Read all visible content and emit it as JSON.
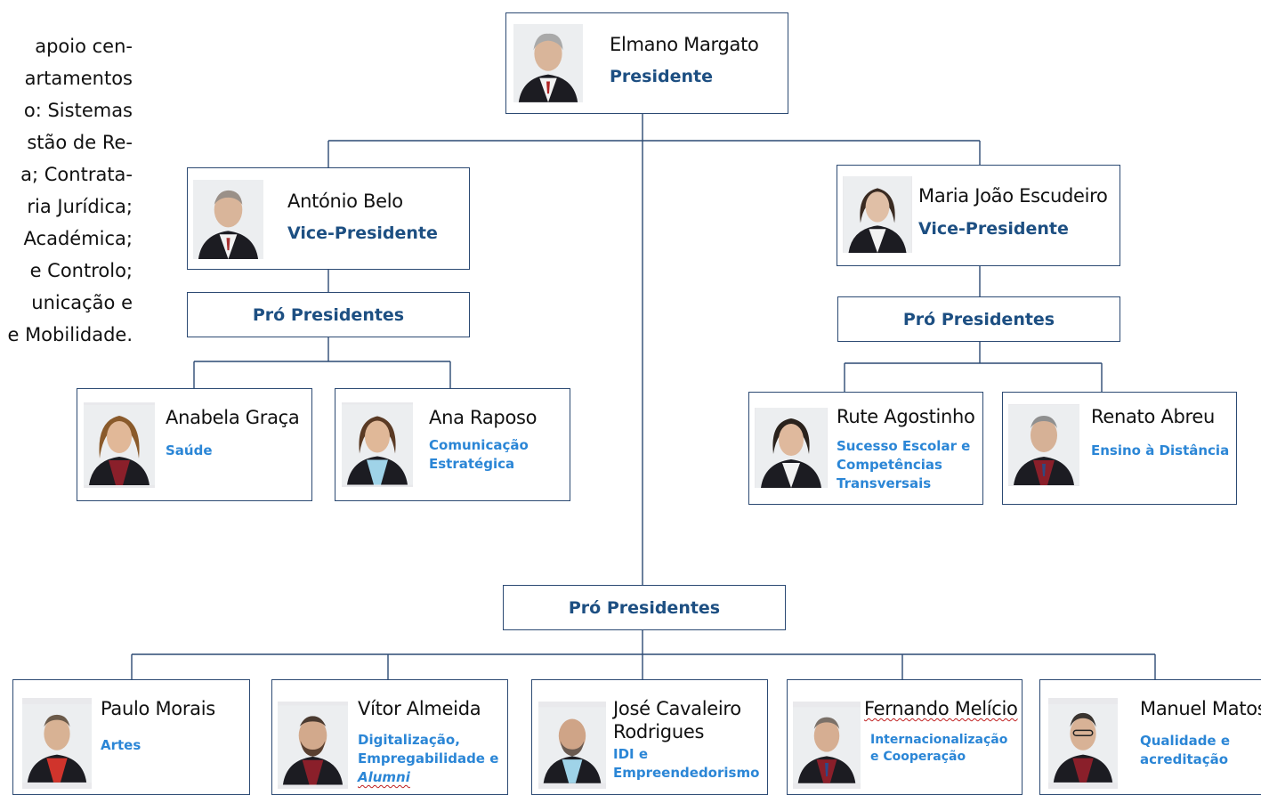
{
  "side_text": [
    "apoio cen-",
    "artamentos",
    "o: Sistemas",
    "stão de Re-",
    "a; Contrata-",
    "ria Jurídica;",
    "Académica;",
    "e Controlo;",
    "unicação e",
    "e Mobilidade."
  ],
  "president": {
    "name": "Elmano Margato",
    "role": "Presidente"
  },
  "vp_left": {
    "name": "António Belo",
    "role": "Vice-Presidente"
  },
  "vp_right": {
    "name": "Maria João Escudeiro",
    "role": "Vice-Presidente"
  },
  "pro_label": "Pró Presidentes",
  "pro_left": [
    {
      "name": "Anabela Graça",
      "role": "Saúde"
    },
    {
      "name": "Ana Raposo",
      "role_lines": [
        "Comunicação",
        "Estratégica"
      ]
    }
  ],
  "pro_right": [
    {
      "name": "Rute Agostinho",
      "role_lines": [
        "Sucesso Escolar e",
        "Competências",
        "Transversais"
      ]
    },
    {
      "name": "Renato Abreu",
      "role": "Ensino à Distância"
    }
  ],
  "pro_bottom": [
    {
      "name": "Paulo Morais",
      "role": "Artes"
    },
    {
      "name": "Vítor Almeida",
      "role_lines": [
        "Digitalização,",
        "Empregabilidade e",
        "Alumni"
      ]
    },
    {
      "name_lines": [
        "José Cavaleiro",
        "Rodrigues"
      ],
      "role_lines": [
        "IDI e",
        "Empreendedorismo"
      ]
    },
    {
      "name": "Fernando Melício",
      "role_lines": [
        "Internacionalização",
        "e Cooperação"
      ]
    },
    {
      "name": "Manuel Matos",
      "role_lines": [
        "Qualidade e",
        "acreditação"
      ]
    }
  ],
  "colors": {
    "border": "#2c4a73",
    "role_dark": "#1d4f82",
    "role_light": "#2b86d6",
    "connector": "#2c4a73"
  }
}
